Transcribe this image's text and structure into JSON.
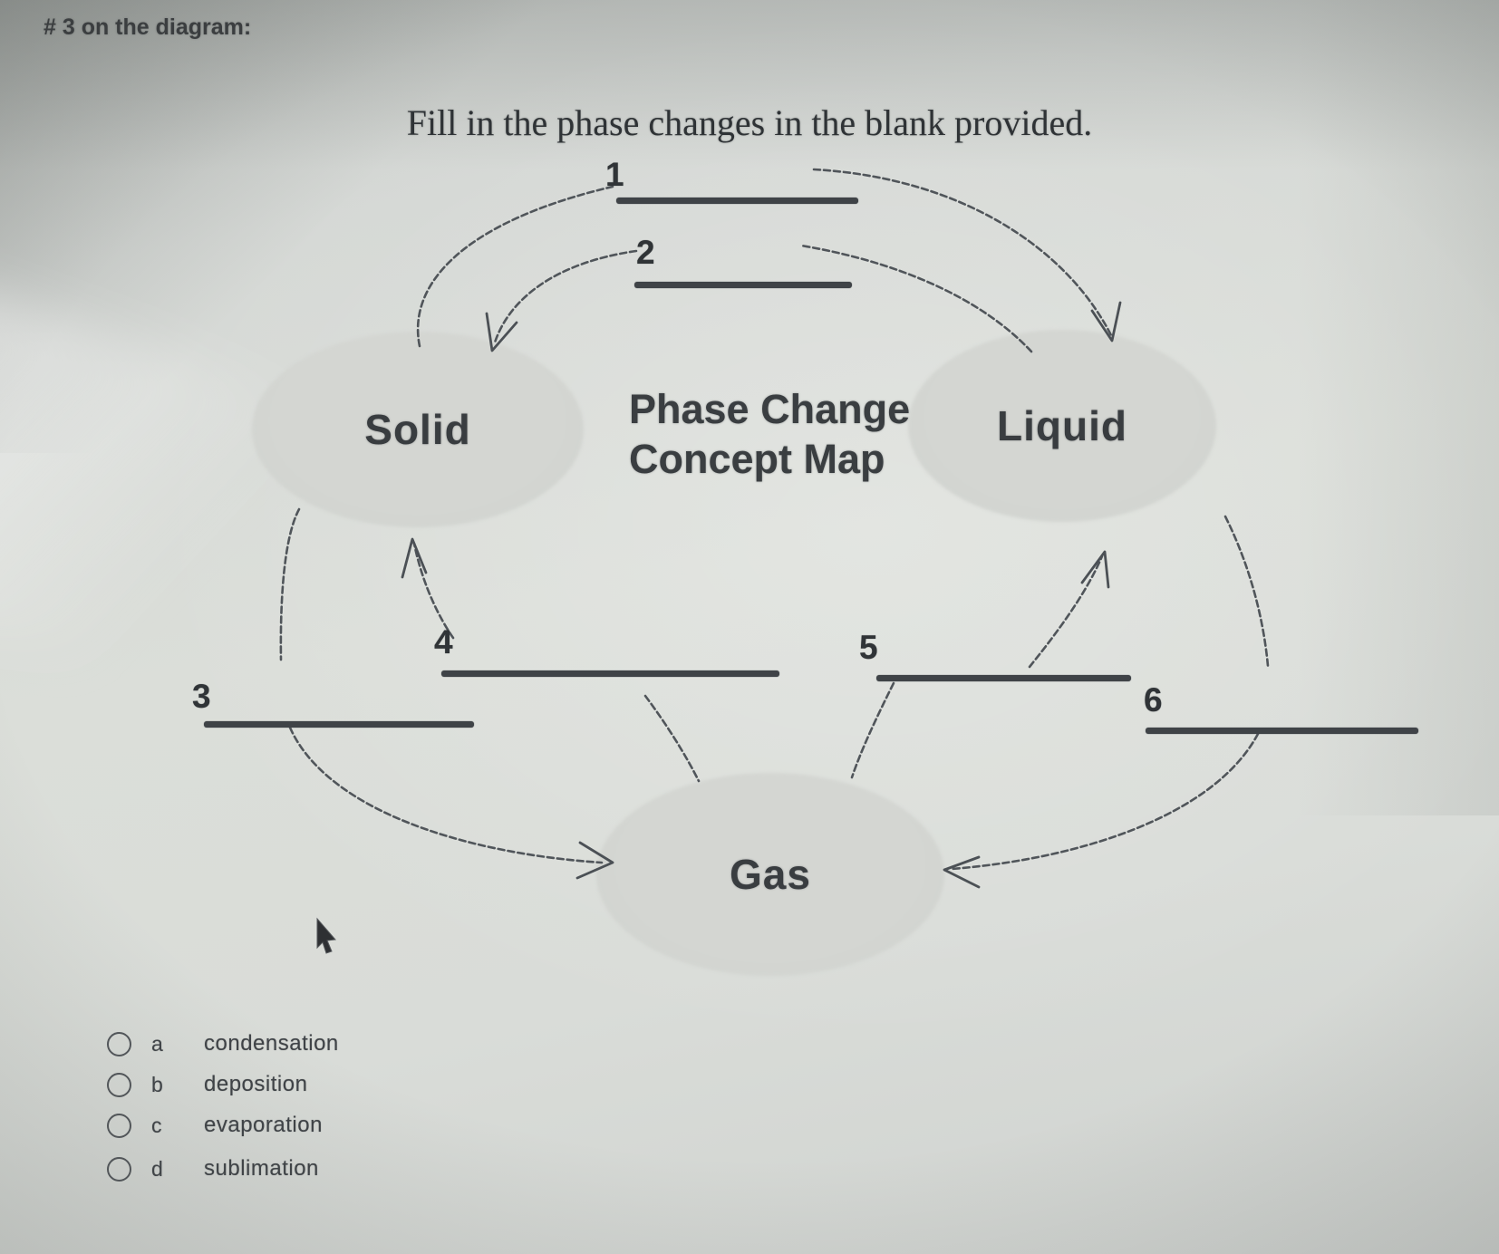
{
  "page": {
    "question_header": "# 3 on the diagram:",
    "instruction": "Fill in the phase changes in the blank provided."
  },
  "diagram": {
    "title_line1": "Phase Change",
    "title_line2": "Concept Map",
    "nodes": {
      "solid": {
        "label": "Solid"
      },
      "liquid": {
        "label": "Liquid"
      },
      "gas": {
        "label": "Gas"
      }
    },
    "blanks": [
      {
        "number": "1"
      },
      {
        "number": "2"
      },
      {
        "number": "3"
      },
      {
        "number": "4"
      },
      {
        "number": "5"
      },
      {
        "number": "6"
      }
    ]
  },
  "options": [
    {
      "letter": "a",
      "label": "condensation"
    },
    {
      "letter": "b",
      "label": "deposition"
    },
    {
      "letter": "c",
      "label": "evaporation"
    },
    {
      "letter": "d",
      "label": "sublimation"
    }
  ],
  "colors": {
    "background": "#d6d9d6",
    "ink": "#3f4347",
    "blank_line": "#3f4347",
    "arrow": "#50555a",
    "ellipse": "#d3d5d1"
  }
}
